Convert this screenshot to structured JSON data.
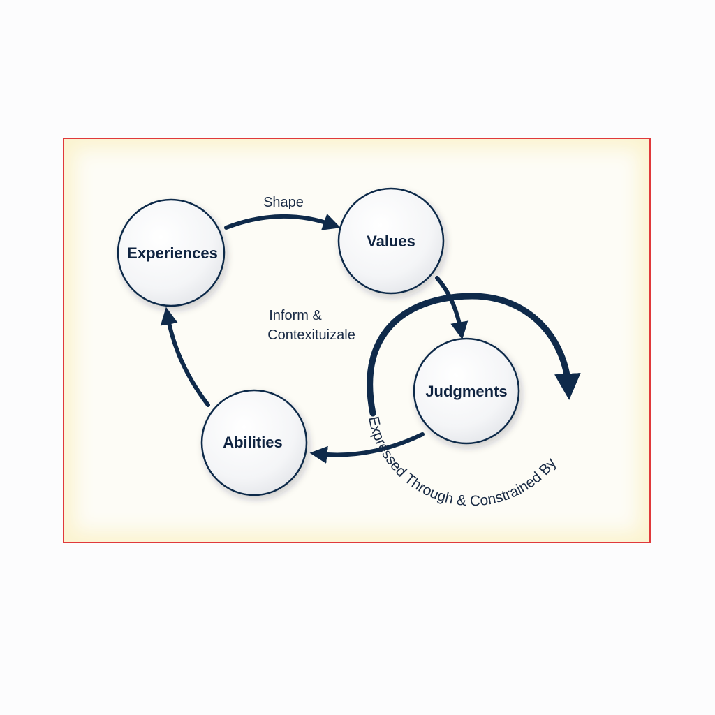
{
  "nodes": {
    "experiences": "Experiences",
    "values": "Values",
    "judgments": "Judgments",
    "abilities": "Abilities"
  },
  "edges": {
    "shape": "Shape",
    "inform_line1": "Inform &",
    "inform_line2": "Contexituizale",
    "expressed": "Expressed Through & Constrained By"
  },
  "colors": {
    "arrow": "#0f2a4a",
    "node_text": "#0f2340",
    "frame_border": "#e0393b"
  }
}
